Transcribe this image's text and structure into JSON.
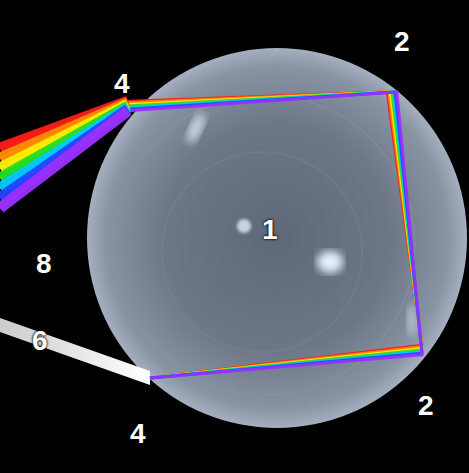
{
  "diagram": {
    "labels": [
      "4",
      "2",
      "1",
      "8",
      "2",
      "6",
      "4"
    ]
  }
}
